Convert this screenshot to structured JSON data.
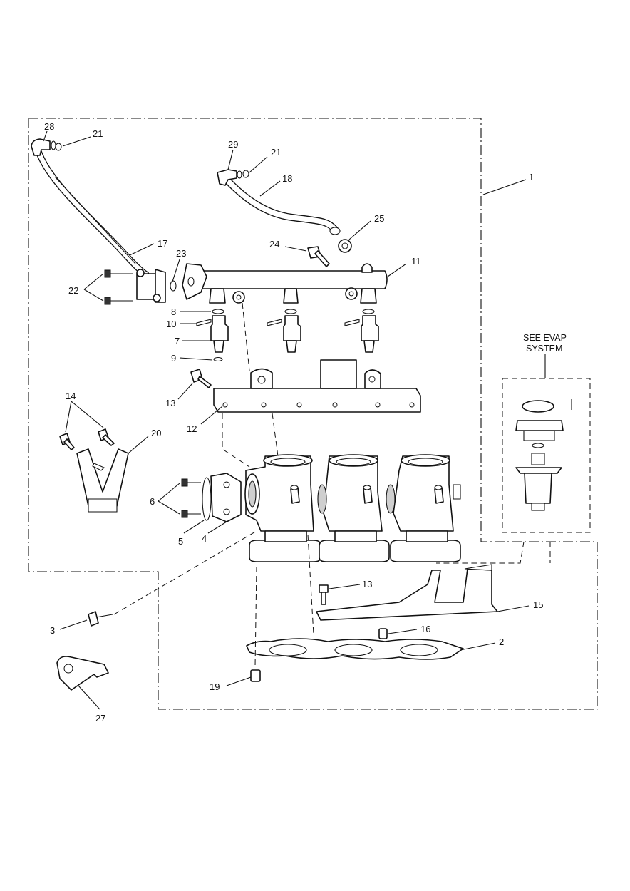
{
  "diagram": {
    "evap_note_line1": "SEE EVAP",
    "evap_note_line2": "SYSTEM",
    "labels": {
      "p1": "1",
      "p2": "2",
      "p3": "3",
      "p4": "4",
      "p5": "5",
      "p6": "6",
      "p7": "7",
      "p8": "8",
      "p9": "9",
      "p10": "10",
      "p11": "11",
      "p12": "12",
      "p13a": "13",
      "p13b": "13",
      "p14": "14",
      "p15": "15",
      "p16": "16",
      "p17": "17",
      "p18": "18",
      "p19": "19",
      "p20": "20",
      "p21a": "21",
      "p21b": "21",
      "p22": "22",
      "p23": "23",
      "p24": "24",
      "p25": "25",
      "p27": "27",
      "p28": "28",
      "p29": "29"
    }
  }
}
